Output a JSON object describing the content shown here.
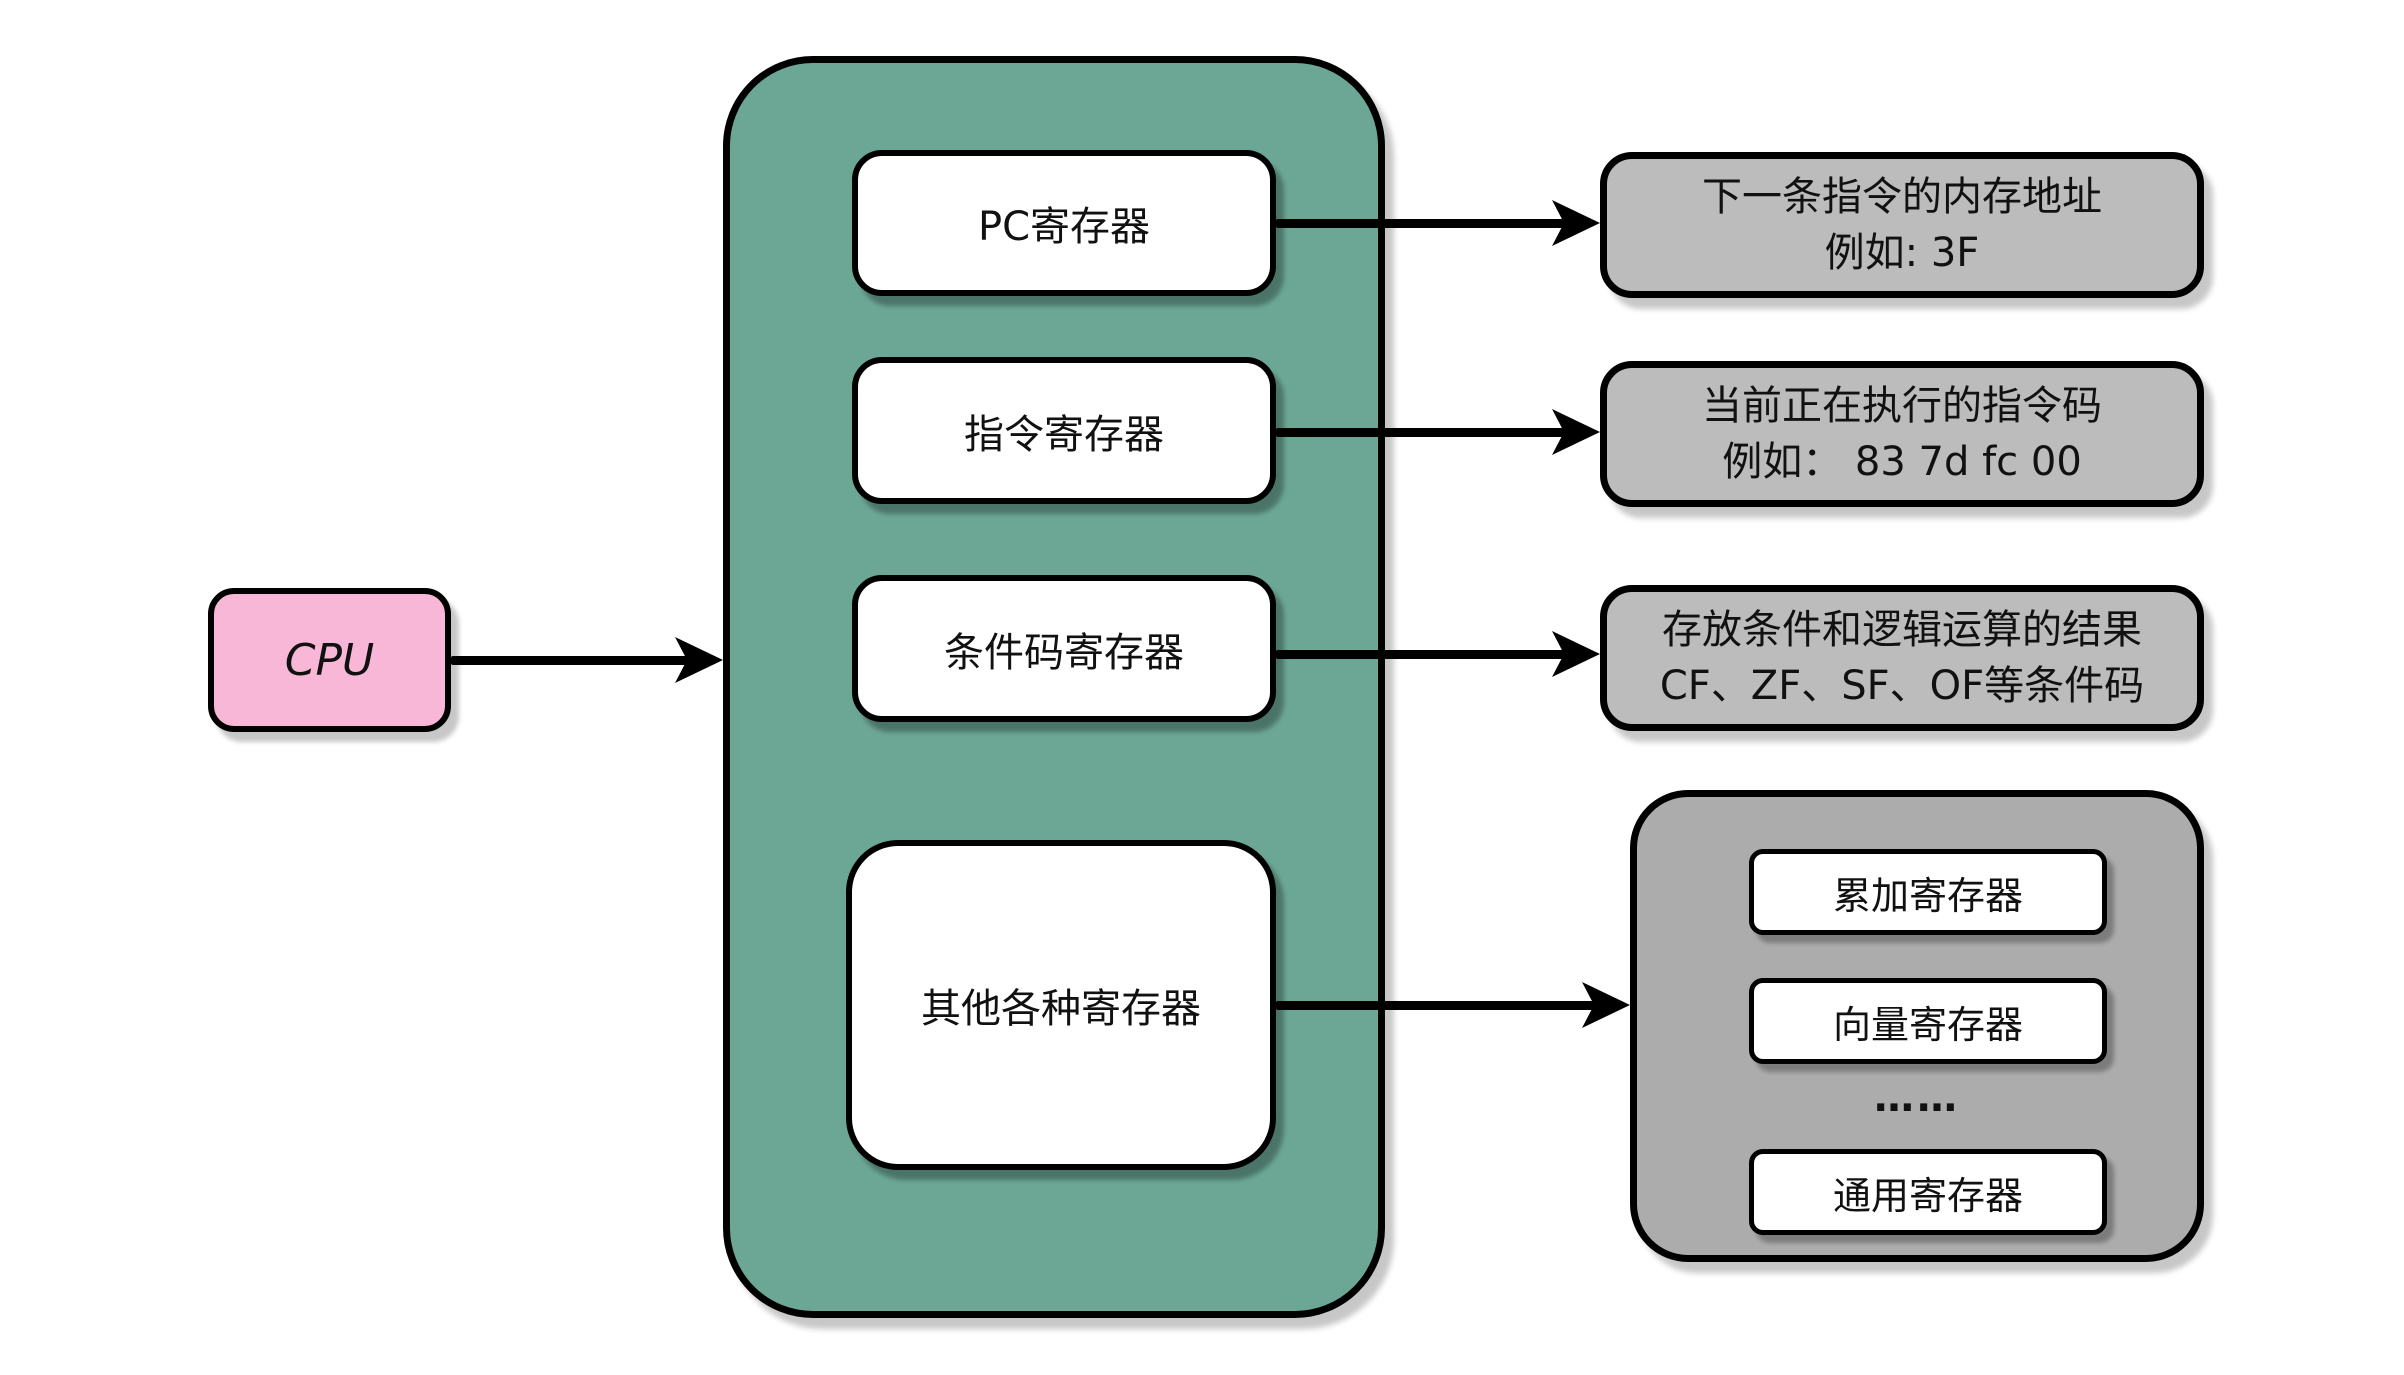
{
  "diagram": {
    "cpu_label": "CPU",
    "registers": {
      "pc": "PC寄存器",
      "instruction": "指令寄存器",
      "condition_code": "条件码寄存器",
      "other": "其他各种寄存器"
    },
    "notes": {
      "pc": {
        "line1": "下一条指令的内存地址",
        "line2": "例如: 3F"
      },
      "instruction": {
        "line1": "当前正在执行的指令码",
        "line2": "例如： 83 7d fc 00"
      },
      "condition_code": {
        "line1": "存放条件和逻辑运算的结果",
        "line2": "CF、ZF、SF、OF等条件码"
      }
    },
    "other_registers": {
      "accumulator": "累加寄存器",
      "vector": "向量寄存器",
      "ellipsis": "……",
      "general_purpose": "通用寄存器"
    },
    "colors": {
      "cpu_fill": "#f8b7d6",
      "container_fill": "#6ca795",
      "note_fill": "#bcbcbc",
      "group_fill": "#acacac",
      "line_color": "#000000"
    }
  }
}
